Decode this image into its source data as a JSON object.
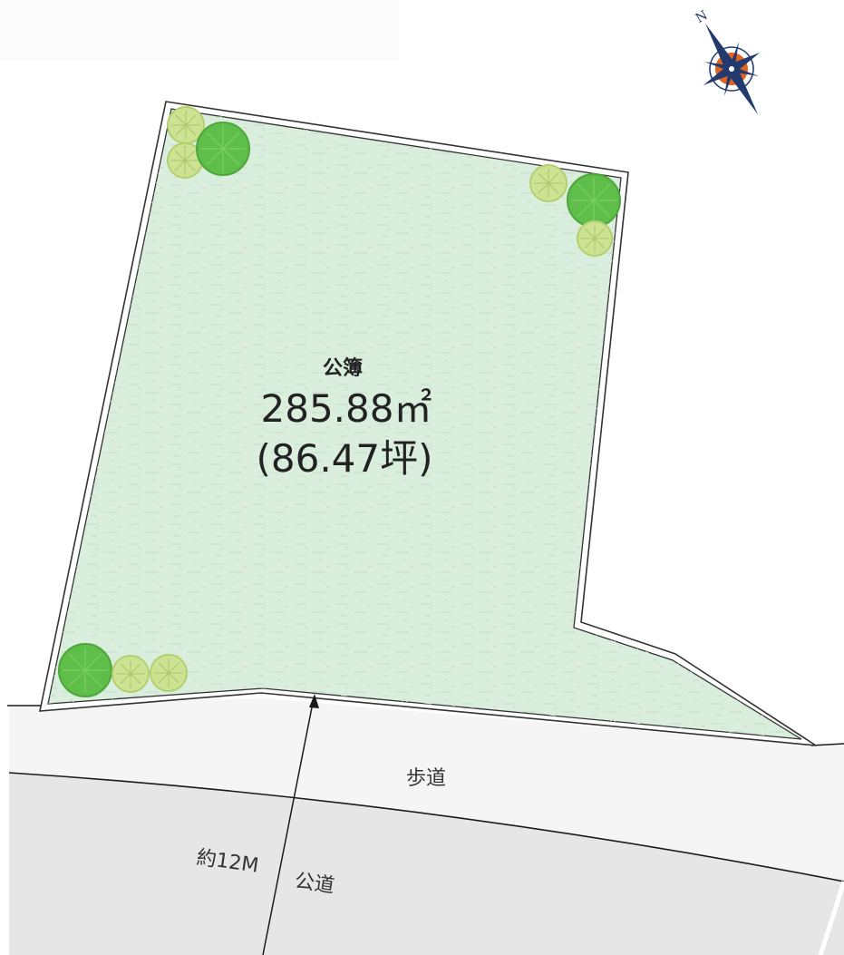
{
  "plot": {
    "registry_label": "公簿",
    "area_sqm": "285.88㎡",
    "area_tsubo": "(86.47坪)"
  },
  "roads": {
    "sidewalk_label": "歩道",
    "public_road_label": "公道",
    "road_width_label": "約12M"
  },
  "compass": {
    "north_label": "N"
  },
  "colors": {
    "lot_fill": "#d9eedd",
    "lot_border": "#333333",
    "sidewalk": "#f4f5f4",
    "road": "#e6e6e7",
    "compass_orange": "#e0641f",
    "compass_navy": "#233a6e",
    "tree_dark": "#5fbe49",
    "tree_light": "#cde393"
  }
}
